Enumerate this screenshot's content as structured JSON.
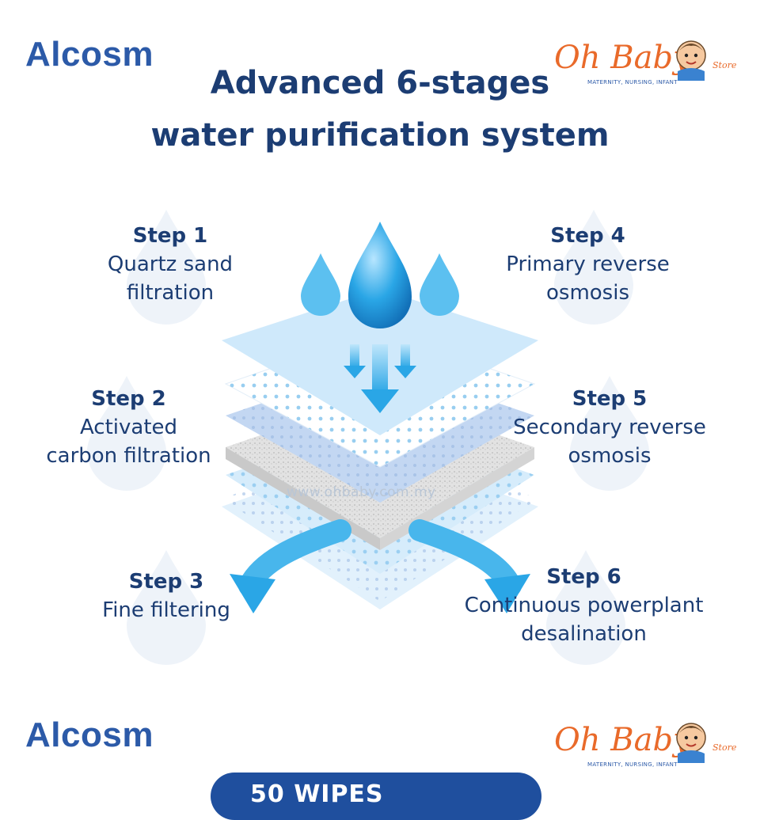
{
  "brand_top": "Alcosm",
  "brand_bottom": "Alcosm",
  "logo": {
    "name": "Oh Baby",
    "store": "Store",
    "tagline": "MATERNITY, NURSING, INFANT"
  },
  "title_line1": "Advanced 6-stages",
  "title_line2": "water purification system",
  "steps": [
    {
      "heading": "Step 1",
      "line1": "Quartz sand",
      "line2": "filtration"
    },
    {
      "heading": "Step 2",
      "line1": "Activated",
      "line2": "carbon filtration"
    },
    {
      "heading": "Step 3",
      "line1": "Fine filtering",
      "line2": ""
    },
    {
      "heading": "Step 4",
      "line1": "Primary reverse",
      "line2": "osmosis"
    },
    {
      "heading": "Step 5",
      "line1": "Secondary reverse",
      "line2": "osmosis"
    },
    {
      "heading": "Step 6",
      "line1": "Continuous powerplant",
      "line2": "desalination"
    }
  ],
  "watermark": "www.ohbaby.com.my",
  "bottom_banner": "50 WIPES",
  "colors": {
    "brand_blue": "#2c5aa8",
    "title_navy": "#1c3d73",
    "logo_orange": "#e96a2a",
    "water_blue": "#2aa6e6",
    "layer_light": "#cfe9fb",
    "layer_grey": "#dcdcdc"
  }
}
